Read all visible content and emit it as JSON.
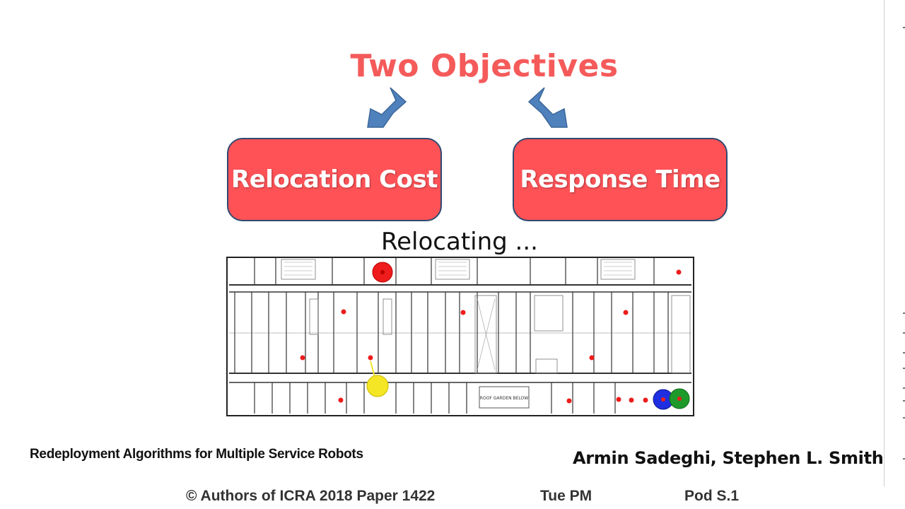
{
  "slide": {
    "title": "Two Objectives",
    "objectives": [
      "Relocation Cost",
      "Response Time"
    ],
    "status_text": "Relocating ...",
    "paper_title": "Redeployment Algorithms for Multiple Service Robots",
    "authors": "Armin Sadeghi, Stephen L. Smith",
    "floorplan_label": "ROOF GARDEN BELOW"
  },
  "footer": {
    "copyright": "© Authors of ICRA 2018 Paper 1422",
    "session": "Tue PM",
    "pod": "Pod S.1"
  },
  "colors": {
    "title": "#f55a5a",
    "box_fill": "#ff5257",
    "box_border": "#2f4a70",
    "arrow": "#4f81bd",
    "robot_red": "#ee1c1c",
    "robot_yellow": "#f5e625",
    "robot_blue": "#1f2ee0",
    "robot_green": "#1e9a2a"
  }
}
